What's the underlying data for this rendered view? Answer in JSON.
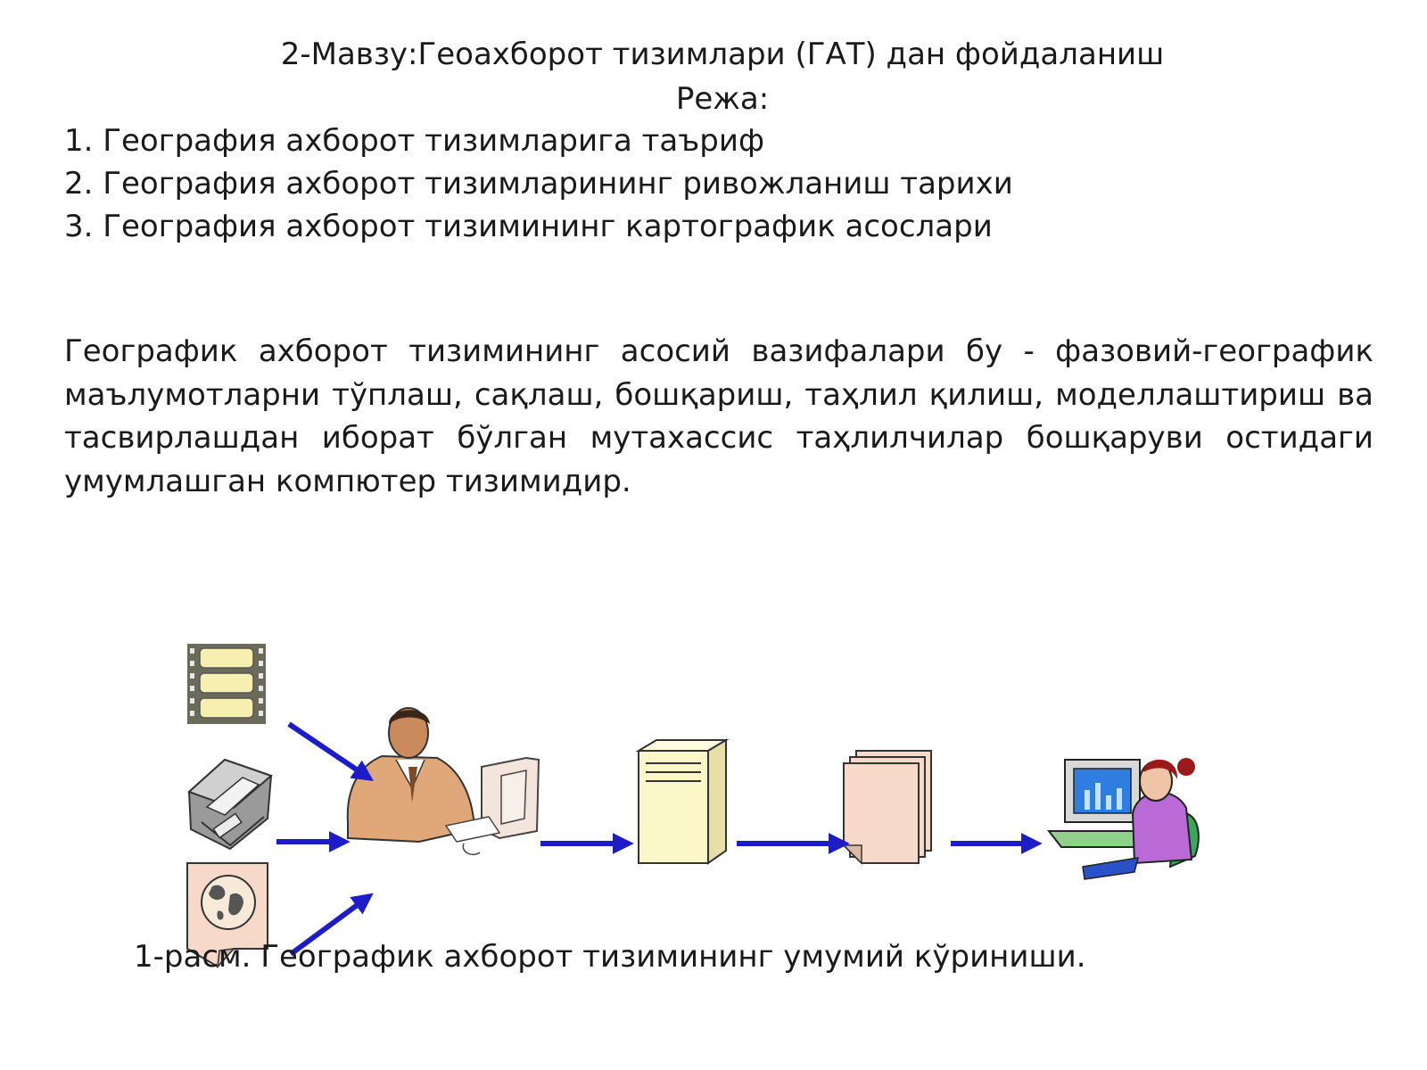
{
  "title": "2-Мавзу:Геоахборот тизимлари (ГАТ) дан фойдаланиш",
  "subtitle": "Режа:",
  "plan_items": [
    "1. География ахборот тизимларига таъриф",
    "2. География ахборот тизимларининг ривожланиш тарихи",
    "3. География ахборот тизимининг картографик асослари"
  ],
  "definition": "Географик ахборот тизимининг асосий вазифалари бу - фазовий-географик маълумотларни тўплаш, сақлаш, бошқариш, таҳлил қилиш, моделлаштириш ва тасвирлашдан иборат бўлган мутахассис таҳлилчилар бошқаруви остидаги умумлашган компютер тизимидир.",
  "figure": {
    "caption": "1-расм. Географик ахборот тизимининг умумий кўриниши.",
    "icons": [
      "film-strip-icon",
      "fax-machine-icon",
      "map-document-icon",
      "operator-at-computer-icon",
      "server-tower-icon",
      "document-stack-icon",
      "user-at-computer-icon"
    ],
    "colors": {
      "arrow": "#1c1cc8",
      "server": "#fbf7c8",
      "paper": "#f6d9c8",
      "film": "#f7efb0"
    }
  }
}
